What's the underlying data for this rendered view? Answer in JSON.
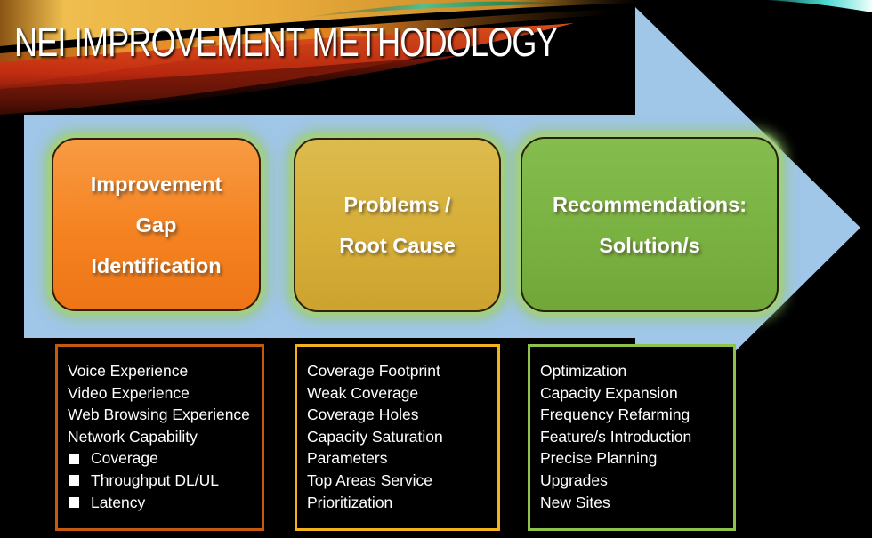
{
  "title": "NEI IMPROVEMENT METHODOLOGY",
  "process_arrow": {
    "direction": "right",
    "color": "#A0C6E8"
  },
  "steps": [
    {
      "id": "improvement-gap-identification",
      "lines": [
        "Improvement",
        "Gap",
        "Identification"
      ],
      "fill_top": "#F89B43",
      "fill_bottom": "#EE7516",
      "glow": "#9CC96F"
    },
    {
      "id": "problems-root-cause",
      "lines": [
        "Problems /",
        "Root Cause"
      ],
      "fill_top": "#DDBB4E",
      "fill_bottom": "#CCA32F",
      "glow": "#9CC96F"
    },
    {
      "id": "recommendations-solutions",
      "lines": [
        "Recommendations:",
        "Solution/s"
      ],
      "fill_top": "#84BC4E",
      "fill_bottom": "#71A639",
      "glow": "#9CC96F"
    }
  ],
  "panels": [
    {
      "id": "gap-identification-details",
      "border_color": "#C4590F",
      "items": [
        {
          "text": "Voice Experience",
          "bullet": false
        },
        {
          "text": "Video Experience",
          "bullet": false
        },
        {
          "text": "Web Browsing Experience",
          "bullet": false
        },
        {
          "text": "Network Capability",
          "bullet": false
        },
        {
          "text": "Coverage",
          "bullet": true
        },
        {
          "text": "Throughput DL/UL",
          "bullet": true
        },
        {
          "text": "Latency",
          "bullet": true
        }
      ]
    },
    {
      "id": "problems-root-cause-details",
      "border_color": "#F2B31C",
      "items": [
        {
          "text": "Coverage Footprint",
          "bullet": false
        },
        {
          "text": "Weak Coverage",
          "bullet": false
        },
        {
          "text": "Coverage Holes",
          "bullet": false
        },
        {
          "text": "Capacity Saturation",
          "bullet": false
        },
        {
          "text": "Parameters",
          "bullet": false
        },
        {
          "text": "Top Areas Service Prioritization",
          "bullet": false
        }
      ]
    },
    {
      "id": "recommendations-details",
      "border_color": "#8FC24A",
      "items": [
        {
          "text": "Optimization",
          "bullet": false
        },
        {
          "text": "Capacity Expansion",
          "bullet": false
        },
        {
          "text": "Frequency Refarming",
          "bullet": false
        },
        {
          "text": "Feature/s Introduction",
          "bullet": false
        },
        {
          "text": "Precise Planning",
          "bullet": false
        },
        {
          "text": "Upgrades",
          "bullet": false
        },
        {
          "text": "New Sites",
          "bullet": false
        }
      ]
    }
  ],
  "colors": {
    "background": "#000000",
    "arrow_blue": "#A0C6E8",
    "text": "#FFFFFF",
    "glow_green": "#9CC96F"
  },
  "decor": {
    "swoosh_gold": "#EFBE4E",
    "swoosh_orange": "#E08020",
    "swoosh_red": "#D84415",
    "green_ribbon": "#6FD0A0",
    "cyan_edge": "#7EEFE4"
  }
}
